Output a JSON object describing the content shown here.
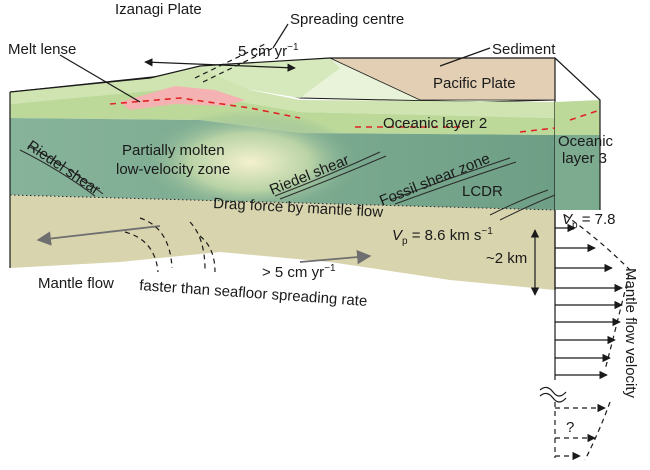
{
  "labels": {
    "izanagi_plate": "Izanagi Plate",
    "spreading_centre": "Spreading centre",
    "melt_lense": "Melt lense",
    "rate_5": "5 cm yr",
    "rate_5_sup": "−1",
    "sediment": "Sediment",
    "pacific_plate": "Pacific Plate",
    "oceanic_layer_2": "Oceanic layer 2",
    "oceanic_layer_3_a": "Oceanic",
    "oceanic_layer_3_b": "layer 3",
    "partially_molten_a": "Partially molten",
    "partially_molten_b": "low-velocity zone",
    "riedel_shear_left": "Riedel shear",
    "riedel_shear_mid": "Riedel shear",
    "fossil_shear_zone": "Fossil shear zone",
    "lcdr": "LCDR",
    "drag_force": "Drag force by mantle flow",
    "vp_symbol": "V",
    "vp_sub": "p",
    "vp_value": " = 8.6 km s",
    "vp_value_sup": "−1",
    "vp_right": " = 7.8",
    "depth_2km": "~2 km",
    "rate_gt5": "> 5 cm yr",
    "rate_gt5_sup": "−1",
    "mantle_flow": "Mantle flow",
    "faster_than": "faster than seafloor spreading rate",
    "mantle_flow_velocity": "Mantle flow velocity",
    "question": "?"
  },
  "colors": {
    "top_light": "#e9f3d9",
    "layer_green_light": "#cfe4b0",
    "layer2": "#bcd99a",
    "layer3_dark": "#7fad92",
    "lvz_glow": "#f2efc8",
    "melt": "#f5b2b2",
    "sediment": "#e2cfb4",
    "mantle": "#d8d4ae",
    "red_dash": "#e02424"
  },
  "icons": [
    "velocity-arrow-icon",
    "depth-arrow-icon",
    "break-mark-icon"
  ]
}
